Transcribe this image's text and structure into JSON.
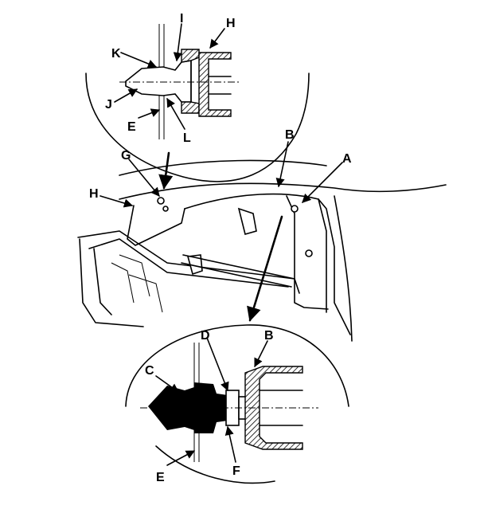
{
  "callouts": {
    "A": "A",
    "B_top": "B",
    "B_bottom": "B",
    "C": "C",
    "D": "D",
    "E_top": "E",
    "E_bottom": "E",
    "F": "F",
    "G": "G",
    "H_top": "H",
    "H_mid": "H",
    "I": "I",
    "J": "J",
    "K": "K",
    "L": "L"
  }
}
